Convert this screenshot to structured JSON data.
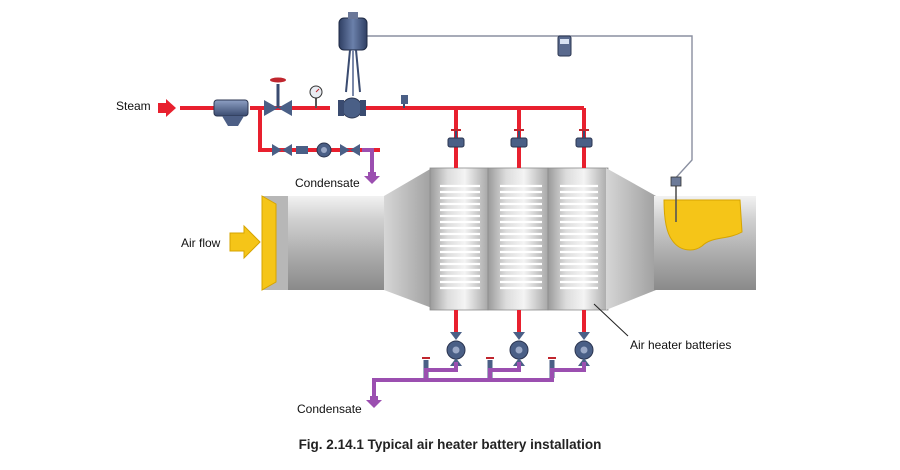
{
  "labels": {
    "steam": "Steam",
    "condensate_top": "Condensate",
    "air_flow": "Air flow",
    "air_heater_batteries": "Air heater batteries",
    "condensate_bottom": "Condensate"
  },
  "caption": "Fig. 2.14.1 Typical air heater battery installation",
  "colors": {
    "steam_line": "#e8202e",
    "condensate_line": "#9b4fb0",
    "air_yellow": "#f5c518",
    "duct_grey": "#c8c8c8",
    "valve_blue": "#4a5f86",
    "signal_line": "#8a8fa0"
  }
}
